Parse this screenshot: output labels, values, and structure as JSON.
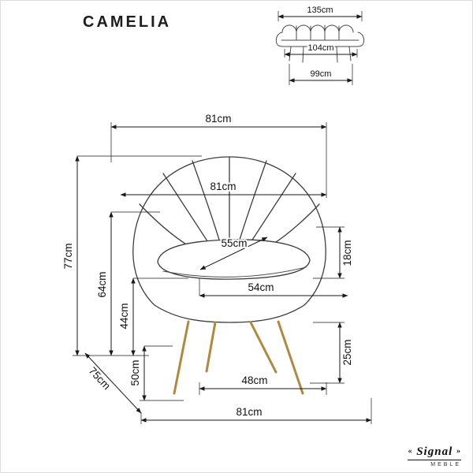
{
  "title": "CAMELIA",
  "side_view": {
    "overall_width": "135cm",
    "seat_width": "104cm",
    "base_width": "99cm"
  },
  "front_view": {
    "top_width": "81cm",
    "back_width": "81cm",
    "total_height": "77cm",
    "back_height": "64cm",
    "seat_height": "44cm",
    "seat_diagonal": "55cm",
    "backrest_cushion": "18cm",
    "seat_width": "54cm",
    "under_seat_height": "50cm",
    "leg_height": "25cm",
    "leg_spacing": "48cm",
    "depth": "75cm",
    "bottom_width": "81cm"
  },
  "brand": {
    "mark_left": "«",
    "name": "Signal",
    "mark_right": "»",
    "sub": "MEBLE"
  }
}
